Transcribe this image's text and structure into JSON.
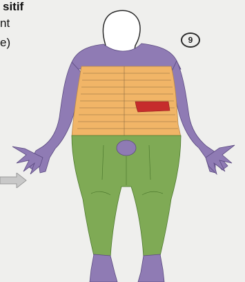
{
  "caption": {
    "line1": "sitif",
    "line2": "nt",
    "line3": "e)"
  },
  "panel_number": "9",
  "colors": {
    "arms_and_head_region": "#8f7bb4",
    "trunk": "#f1b567",
    "legs_and_lower_abdomen": "#7faa55",
    "highlight_segment": "#c62c2c",
    "arrow": "#b9b9b9"
  },
  "icons": {
    "arrow": "arrow-right-icon",
    "figure": "human-body-dermatome-figure"
  }
}
